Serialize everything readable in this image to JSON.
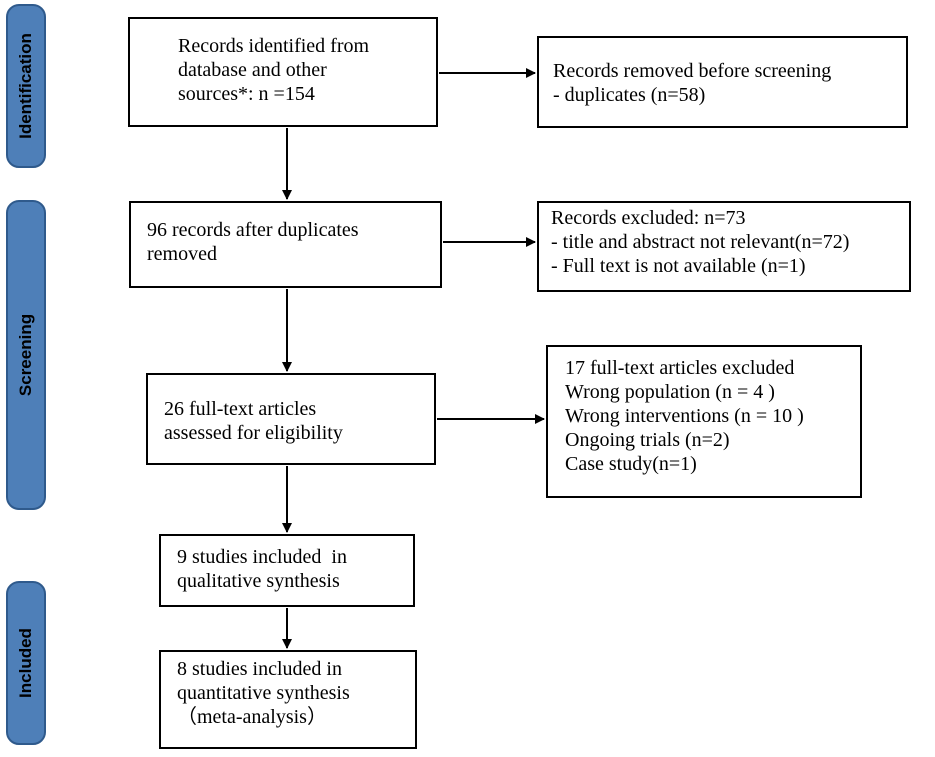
{
  "phases": {
    "identification": "Identification",
    "screening": "Screening",
    "included": "Included"
  },
  "boxes": {
    "identified": {
      "lines": [
        "Records identified from",
        "database and other",
        "sources*: n =154"
      ]
    },
    "removed_before_screening": {
      "lines": [
        "Records removed before screening",
        "- duplicates (n=58)"
      ]
    },
    "after_duplicates": {
      "lines": [
        "96 records after duplicates",
        "removed"
      ]
    },
    "records_excluded": {
      "lines": [
        "Records excluded: n=73",
        "- title and abstract not relevant(n=72)",
        "- Full text is not available (n=1)"
      ]
    },
    "full_text_assessed": {
      "lines": [
        "26 full-text articles",
        "assessed for eligibility"
      ]
    },
    "full_text_excluded": {
      "lines": [
        "17 full-text articles excluded",
        "Wrong population (n = 4 )",
        "Wrong interventions (n = 10 )",
        "Ongoing trials (n=2)",
        "Case study(n=1)"
      ]
    },
    "qualitative": {
      "lines": [
        "9 studies included  in",
        "qualitative synthesis"
      ]
    },
    "quantitative": {
      "lines": [
        "8 studies included in",
        "quantitative synthesis",
        "（meta-analysis）"
      ]
    }
  },
  "colors": {
    "phase_fill": "#4e7fb8",
    "phase_border": "#2f5a8c",
    "box_border": "#000000",
    "arrow": "#000000"
  }
}
